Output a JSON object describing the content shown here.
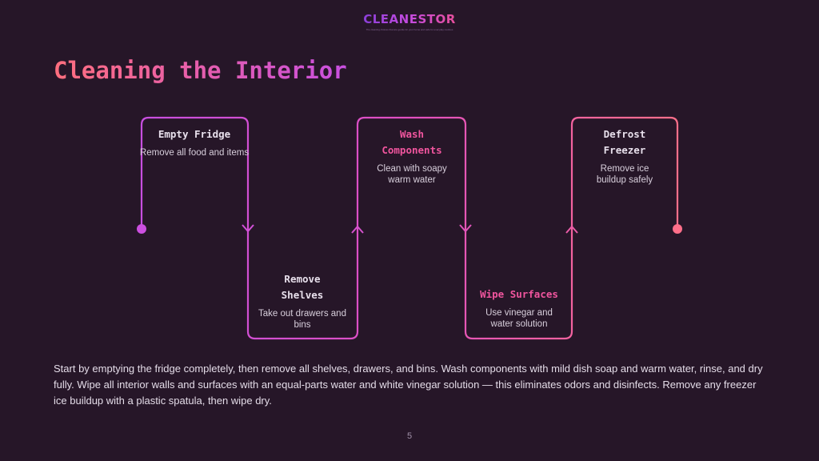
{
  "brand": {
    "logo_text": "CLEANESTOR",
    "tagline": "The cleaning choices that are gentle for your home and safe for everyday routines"
  },
  "title": "Cleaning the Interior",
  "steps": [
    {
      "title": "Empty Fridge",
      "desc": "Remove all food and items"
    },
    {
      "title": "Remove Shelves",
      "desc": "Take out drawers and bins"
    },
    {
      "title": "Wash Components",
      "desc": "Clean with soapy warm water"
    },
    {
      "title": "Wipe Surfaces",
      "desc": "Use vinegar and water solution"
    },
    {
      "title": "Defrost Freezer",
      "desc": "Remove ice buildup safely"
    }
  ],
  "body": "Start by emptying the fridge completely, then remove all shelves, drawers, and bins. Wash components with mild dish soap and warm water, rinse, and dry fully. Wipe all interior walls and surfaces with an equal-parts water and white vinegar solution — this eliminates odors and disinfects. Remove any freezer ice buildup with a plastic spatula, then wipe dry.",
  "page_number": "5",
  "colors": {
    "background": "#261628",
    "gradient_start": "#c84fe0",
    "gradient_end": "#ff6f8a"
  }
}
